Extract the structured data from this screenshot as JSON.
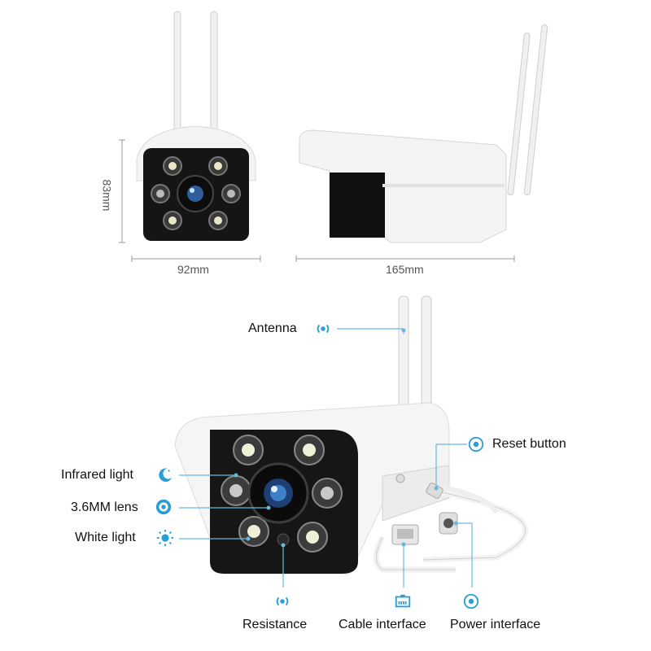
{
  "dimensions": {
    "height": "83mm",
    "front_width": "92mm",
    "side_length": "165mm"
  },
  "callouts": {
    "antenna": "Antenna",
    "infrared_light": "Infrared light",
    "lens": "3.6MM lens",
    "white_light": "White light",
    "reset_button": "Reset button",
    "resistance": "Resistance",
    "cable_interface": "Cable interface",
    "power_interface": "Power interface"
  },
  "colors": {
    "accent": "#2a9fd6",
    "leader_line": "#6ab8e0",
    "camera_body": "#f5f5f5",
    "camera_face": "#1a1a1a"
  },
  "icons": {
    "antenna": "signal-waves-icon",
    "infrared": "moon-icon",
    "lens": "lens-icon",
    "white_light": "sun-icon",
    "reset": "target-icon",
    "resistance": "signal-waves-icon",
    "cable": "ethernet-icon",
    "power": "target-icon"
  }
}
